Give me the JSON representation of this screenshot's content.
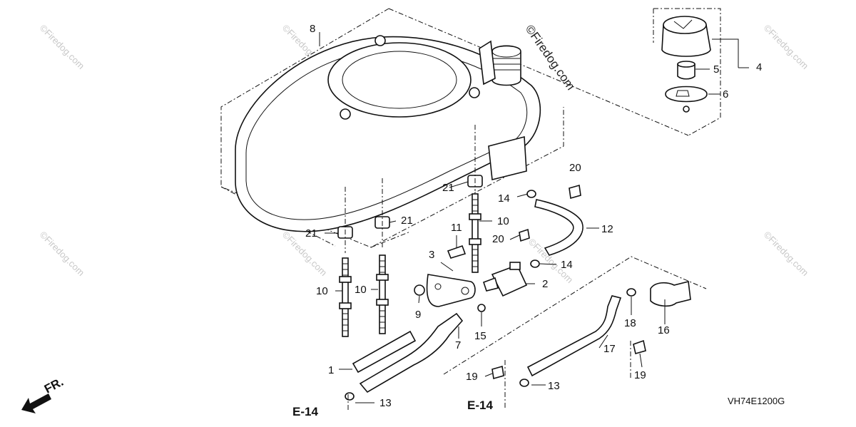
{
  "diagram": {
    "callouts": [
      {
        "id": "c8",
        "text": "8"
      },
      {
        "id": "c4",
        "text": "4"
      },
      {
        "id": "c5",
        "text": "5"
      },
      {
        "id": "c6",
        "text": "6"
      },
      {
        "id": "c20a",
        "text": "20"
      },
      {
        "id": "c21a",
        "text": "21"
      },
      {
        "id": "c21b",
        "text": "21"
      },
      {
        "id": "c21c",
        "text": "21"
      },
      {
        "id": "c14a",
        "text": "14"
      },
      {
        "id": "c10a",
        "text": "10"
      },
      {
        "id": "c12",
        "text": "12"
      },
      {
        "id": "c11",
        "text": "11"
      },
      {
        "id": "c20b",
        "text": "20"
      },
      {
        "id": "c3",
        "text": "3"
      },
      {
        "id": "c14b",
        "text": "14"
      },
      {
        "id": "c2",
        "text": "2"
      },
      {
        "id": "c10b",
        "text": "10"
      },
      {
        "id": "c10c",
        "text": "10"
      },
      {
        "id": "c9",
        "text": "9"
      },
      {
        "id": "c15",
        "text": "15"
      },
      {
        "id": "c7",
        "text": "7"
      },
      {
        "id": "c18",
        "text": "18"
      },
      {
        "id": "c16",
        "text": "16"
      },
      {
        "id": "c17",
        "text": "17"
      },
      {
        "id": "c1",
        "text": "1"
      },
      {
        "id": "c19a",
        "text": "19"
      },
      {
        "id": "c19b",
        "text": "19"
      },
      {
        "id": "c13a",
        "text": "13"
      },
      {
        "id": "c13b",
        "text": "13"
      }
    ],
    "references": [
      "E-14",
      "E-14"
    ],
    "front_label": "FR.",
    "diagram_code": "VH74E1200G",
    "watermark_main": "©Firedog.com",
    "watermark_small": "©Firedog.com"
  },
  "colors": {
    "line": "#111111",
    "watermark": "#c8c8c8",
    "background": "#ffffff"
  }
}
